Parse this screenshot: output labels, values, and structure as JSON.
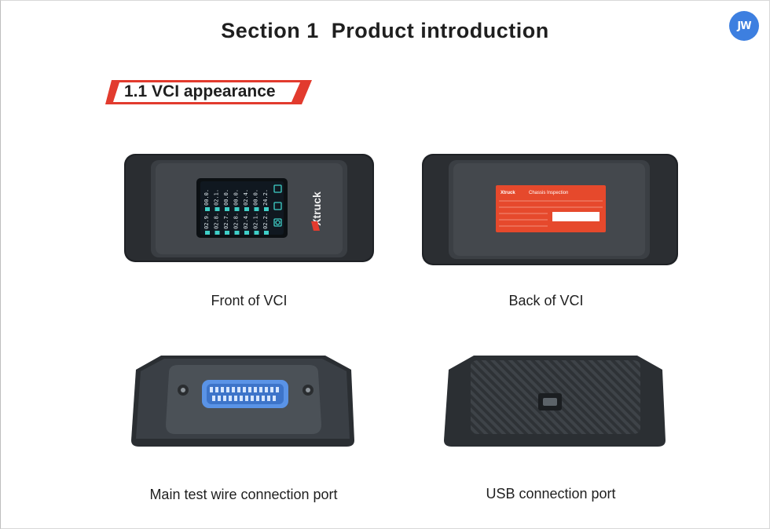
{
  "header": {
    "section_number": "Section 1",
    "section_title": "Product introduction",
    "badge": "JW"
  },
  "subsection": {
    "title": "1.1 VCI appearance",
    "accent_color": "#e23b2e"
  },
  "front": {
    "brand": "Xtruck",
    "readings": [
      "02.9.",
      "02.8.",
      "02.7.",
      "02.8.",
      "02.4.",
      "02.1.",
      "02.2.",
      "00.0.",
      "02.1.",
      "00.0.",
      "00.0.",
      "02.4.",
      "00.0.",
      "24.2."
    ],
    "caption": "Front of VCI"
  },
  "back": {
    "brand": "Xtruck",
    "label_title": "Chassis Inspection",
    "caption": "Back of VCI"
  },
  "port_main": {
    "caption": "Main test  wire connection port"
  },
  "port_usb": {
    "caption": "USB connection port"
  }
}
